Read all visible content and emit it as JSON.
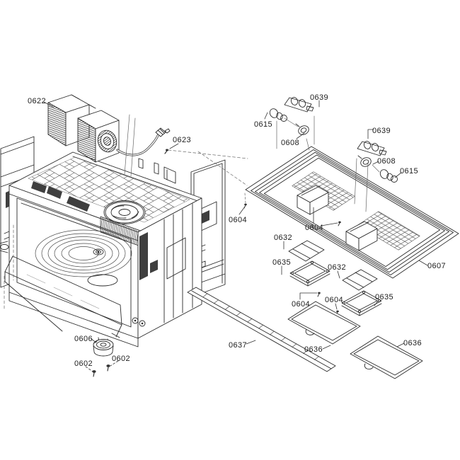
{
  "diagram": {
    "background": "#ffffff",
    "ink_color": "#2b2b2b",
    "labels": [
      {
        "text": "0622"
      },
      {
        "text": "0623"
      },
      {
        "text": "0639"
      },
      {
        "text": "0615"
      },
      {
        "text": "0608"
      },
      {
        "text": "0639"
      },
      {
        "text": "0608"
      },
      {
        "text": "0615"
      },
      {
        "text": "0604"
      },
      {
        "text": "0604"
      },
      {
        "text": "0632"
      },
      {
        "text": "0635"
      },
      {
        "text": "0632"
      },
      {
        "text": "0607"
      },
      {
        "text": "0604"
      },
      {
        "text": "0604"
      },
      {
        "text": "0635"
      },
      {
        "text": "0636"
      },
      {
        "text": "0636"
      },
      {
        "text": "0637"
      },
      {
        "text": "0606"
      },
      {
        "text": "0602"
      },
      {
        "text": "0602"
      }
    ]
  }
}
